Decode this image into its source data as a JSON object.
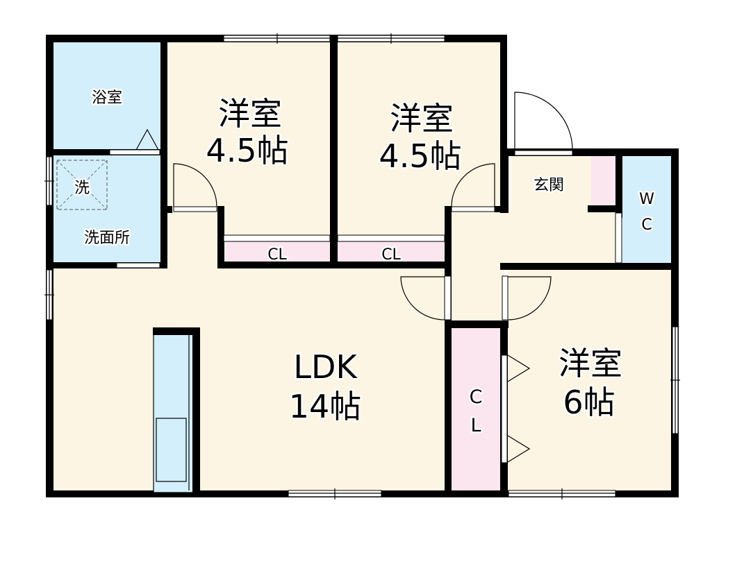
{
  "floorplan": {
    "colors": {
      "living_floor": "#fdf5e3",
      "wet_area": "#d3effc",
      "closet": "#fbe6ef",
      "wall": "#000000",
      "background": "#ffffff"
    },
    "rooms": {
      "bathroom": {
        "name": "浴室"
      },
      "washroom": {
        "name": "洗面所",
        "washer_mark": "洗"
      },
      "western_room_1": {
        "name": "洋室",
        "size": "4.5帖"
      },
      "western_room_2": {
        "name": "洋室",
        "size": "4.5帖"
      },
      "closet_1": {
        "name": "CL"
      },
      "closet_2": {
        "name": "CL"
      },
      "entrance": {
        "name": "玄関"
      },
      "toilet": {
        "line1": "W",
        "line2": "C"
      },
      "ldk": {
        "name": "LDK",
        "size": "14帖"
      },
      "closet_3": {
        "line1": "C",
        "line2": "L"
      },
      "western_room_3": {
        "name": "洋室",
        "size": "6帖"
      }
    }
  }
}
